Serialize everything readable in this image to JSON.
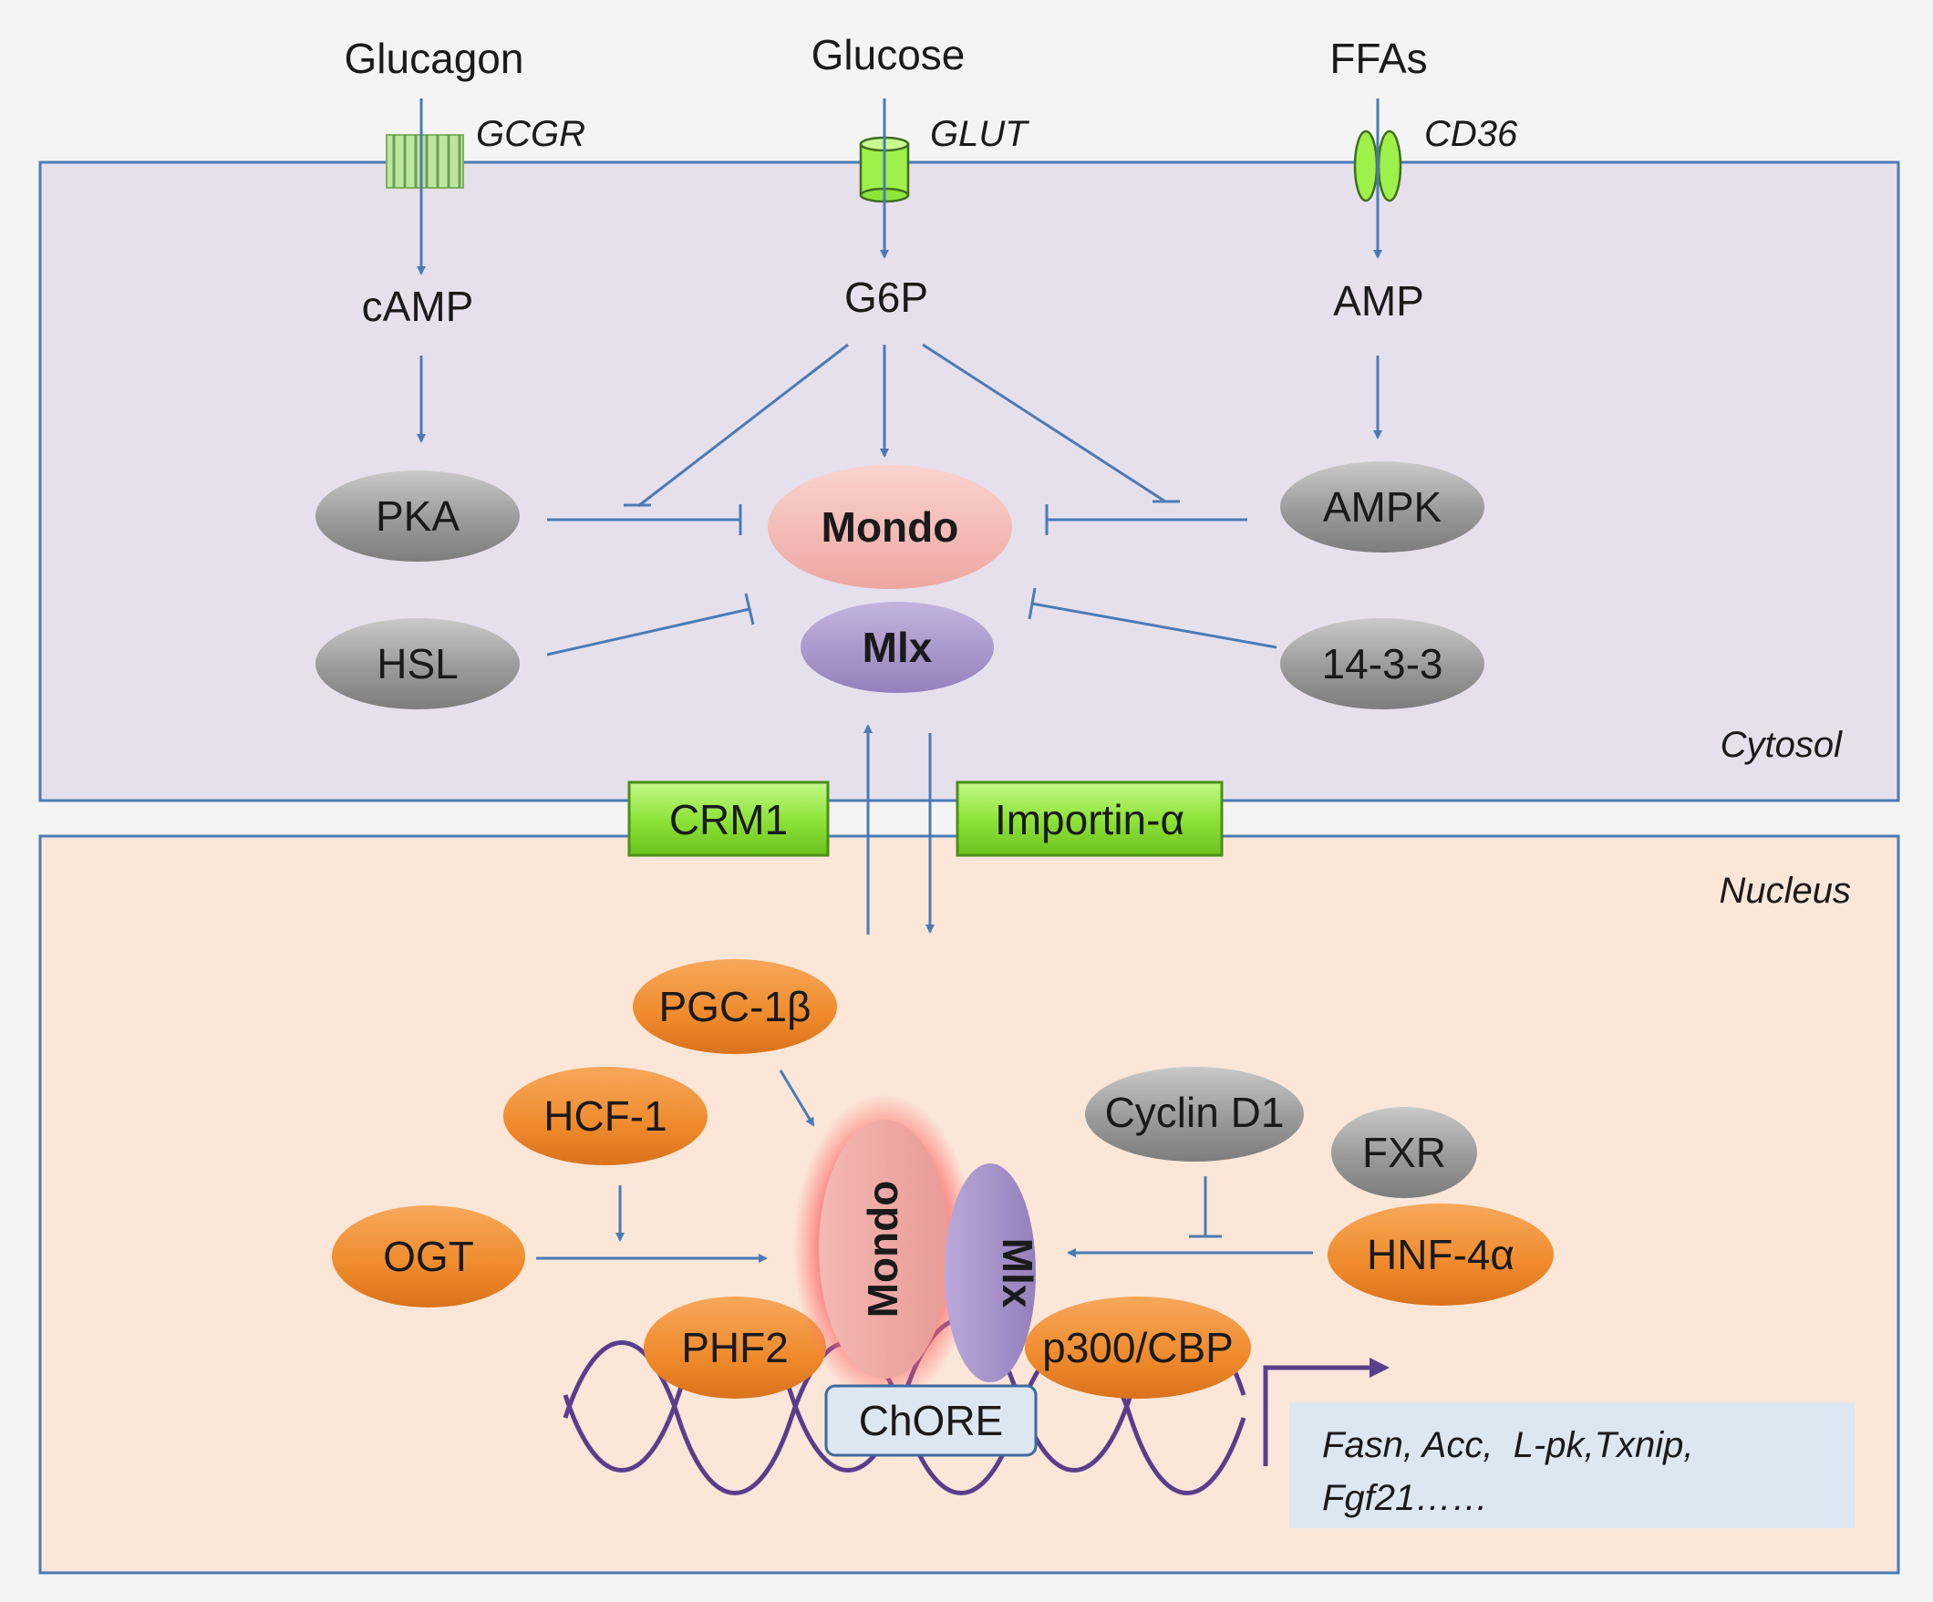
{
  "colors": {
    "page_bg": "#f4f4f4",
    "cytosol_fill": "#e6e0ed",
    "nucleus_fill": "#fbe6d8",
    "compartment_stroke": "#4a7bb5",
    "arrow": "#4a7bb5",
    "gray_protein": "#9a9a9a",
    "orange_protein": "#ef8a2c",
    "mondo_fill": "#f0b4b0",
    "mlx_fill": "#a08cc4",
    "transporter": "#9ef04a",
    "dna": "#5b3d8c",
    "gene_box": "#dce7f2",
    "gene_arrow": "#5b3d8c"
  },
  "compartments": {
    "cytosol": "Cytosol",
    "nucleus": "Nucleus"
  },
  "signals": {
    "glucagon": "Glucagon",
    "glucose": "Glucose",
    "ffas": "FFAs"
  },
  "receptors": {
    "gcgr": "GCGR",
    "glut": "GLUT",
    "cd36": "CD36"
  },
  "metabolites": {
    "camp": "cAMP",
    "g6p": "G6P",
    "amp": "AMP"
  },
  "cytosol_proteins": {
    "pka": "PKA",
    "ampk": "AMPK",
    "hsl": "HSL",
    "protein_1433": "14-3-3",
    "mondo": "Mondo",
    "mlx": "Mlx"
  },
  "transport": {
    "crm1": "CRM1",
    "importin": "Importin-α"
  },
  "nucleus_proteins": {
    "pgc1b": "PGC-1β",
    "hcf1": "HCF-1",
    "ogt": "OGT",
    "phf2": "PHF2",
    "cyclind1": "Cyclin D1",
    "fxr": "FXR",
    "hnf4a": "HNF-4α",
    "p300": "p300/CBP",
    "mondo": "Mondo",
    "mlx": "Mlx"
  },
  "dna": {
    "chore": "ChORE"
  },
  "genes": {
    "line1": "Fasn, Acc,  L-pk,Txnip,",
    "line2": "Fgf21……"
  }
}
